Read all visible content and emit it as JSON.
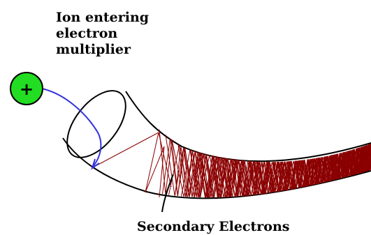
{
  "labels": {
    "ion_line1": "Ion entering",
    "ion_line2": "electron",
    "ion_line3": "multiplier",
    "secondary": "Secondary Electrons"
  },
  "ion_symbol": "+",
  "colors": {
    "ion_fill": "#22dd22",
    "ion_path": "#3333dd",
    "electron_paths": "#8b0000",
    "tube_outline": "#000000"
  },
  "icons": {
    "ion": "positive-ion-icon"
  }
}
